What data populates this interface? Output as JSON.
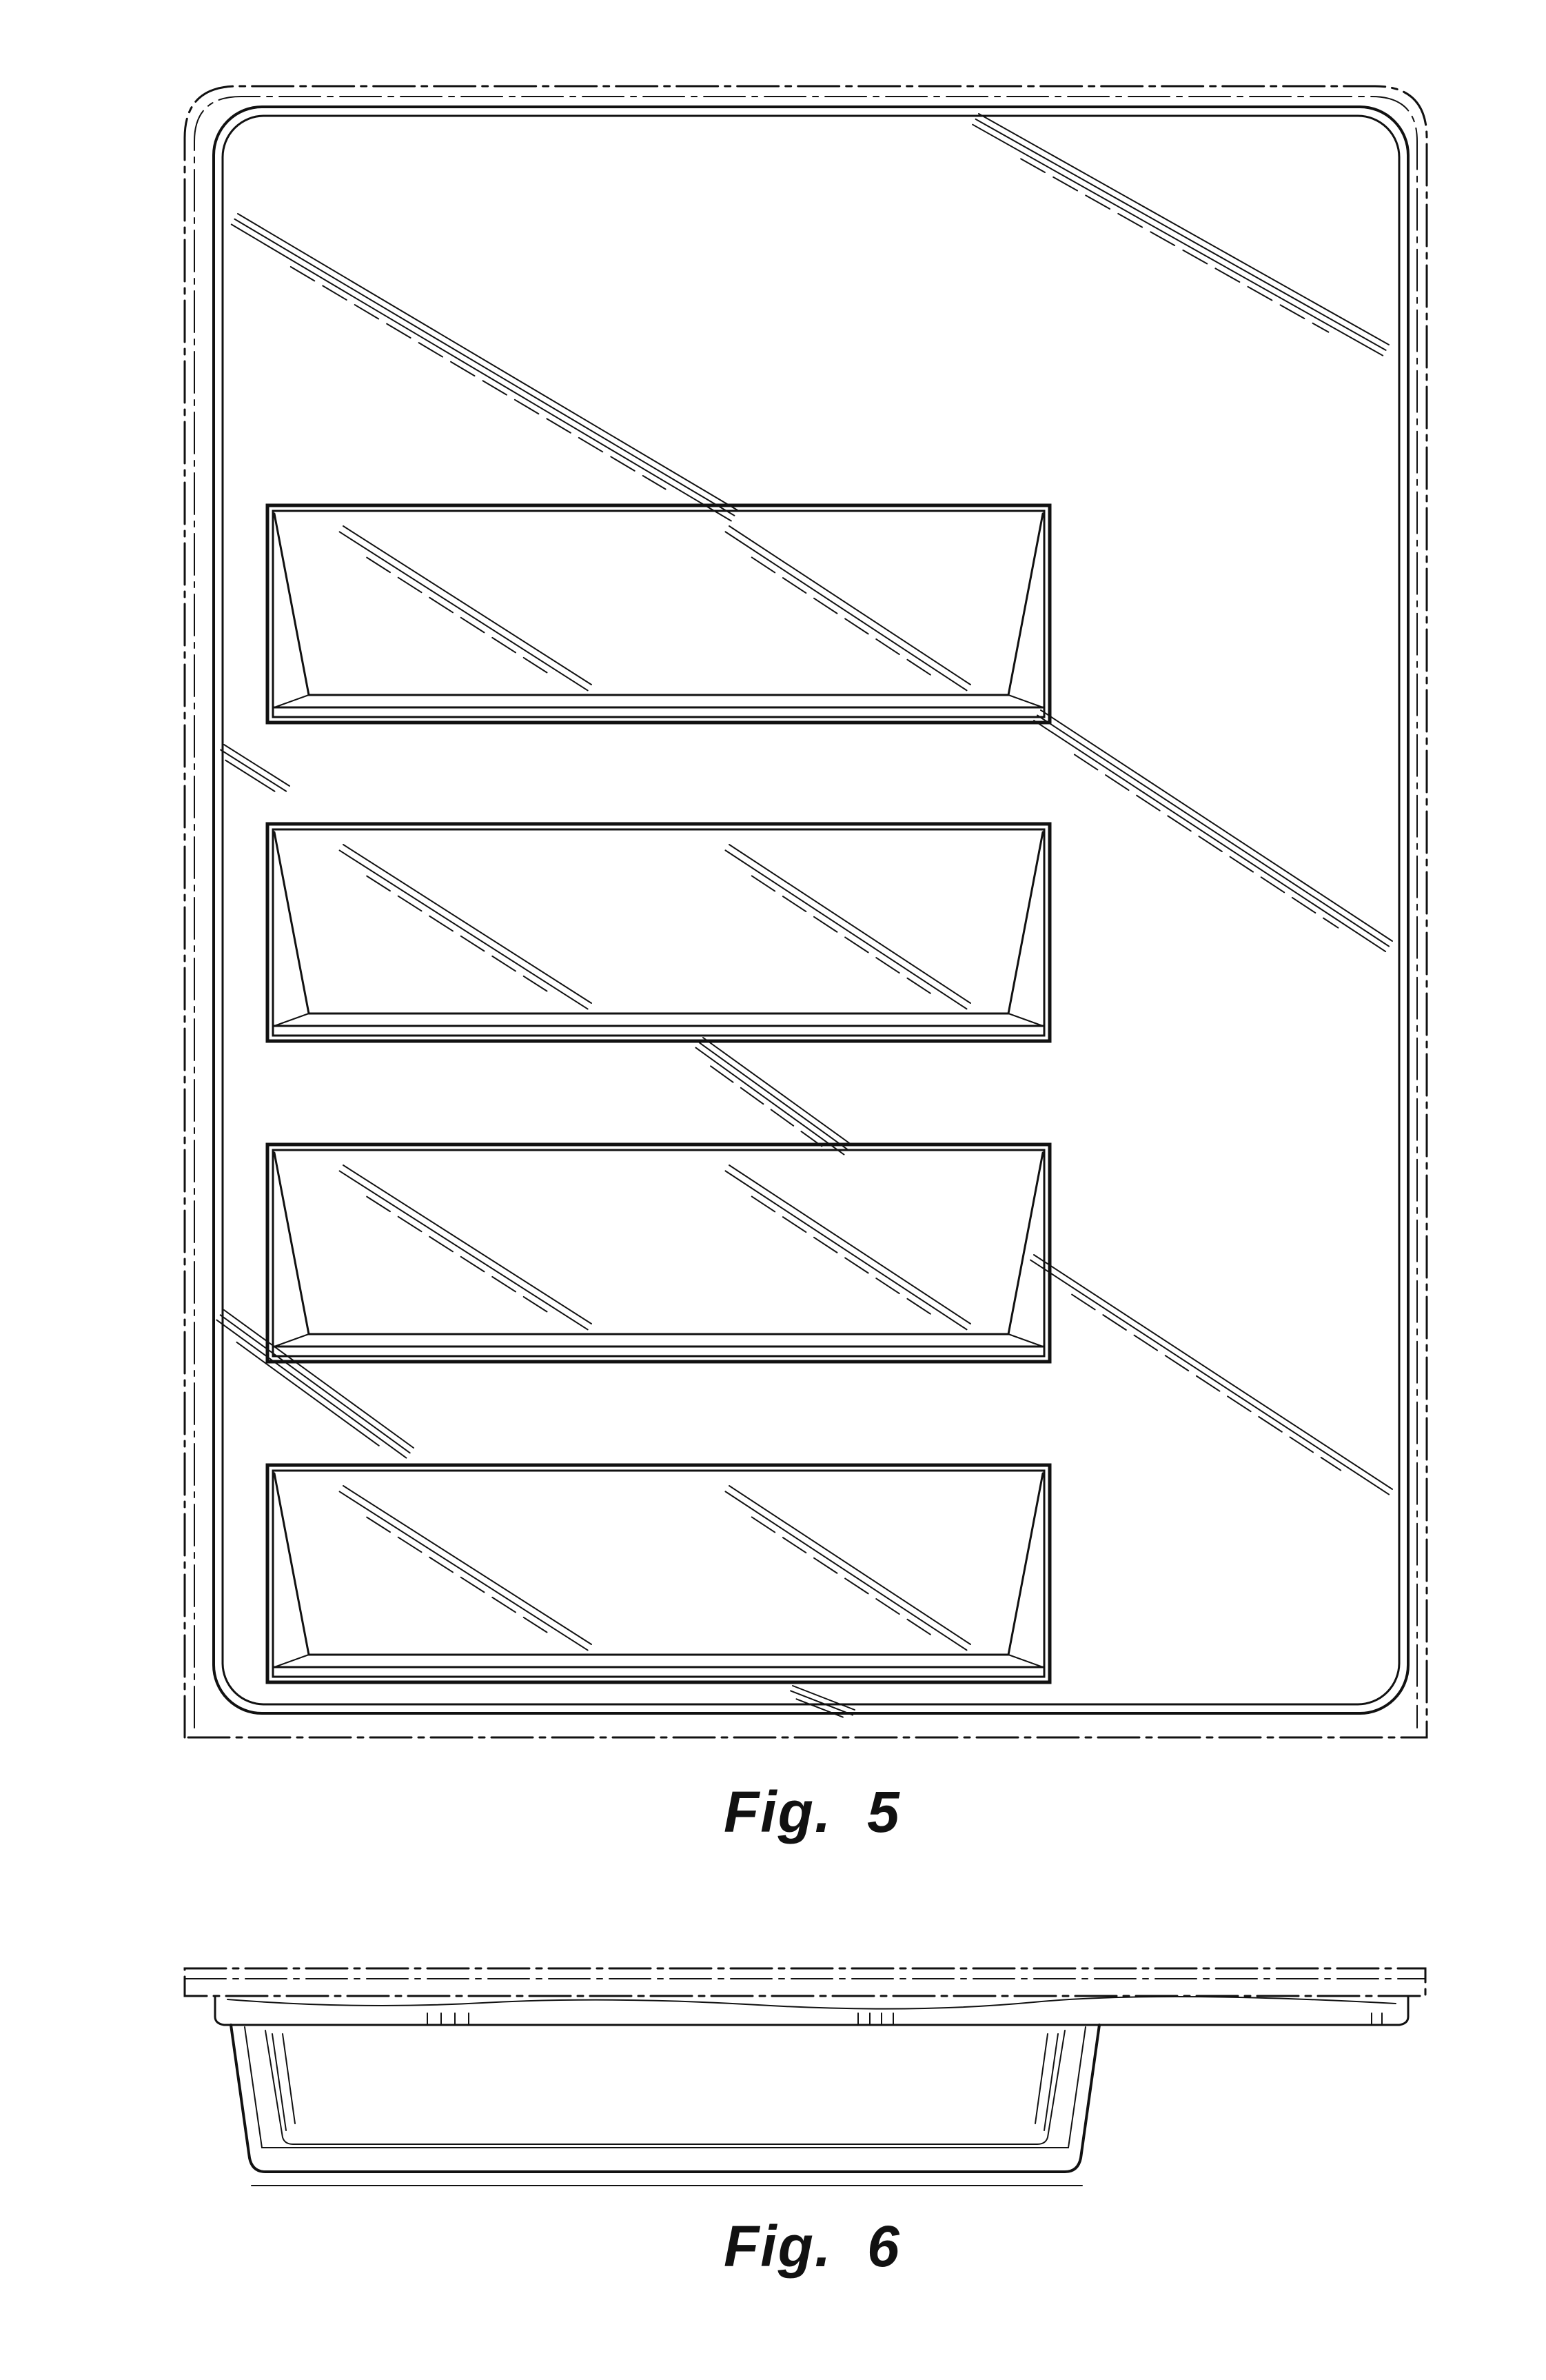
{
  "figures": [
    {
      "id": "fig5",
      "caption": "Fig.  5",
      "view": "top"
    },
    {
      "id": "fig6",
      "caption": "Fig.  6",
      "view": "side"
    }
  ],
  "fig5": {
    "compartments": 4
  },
  "colors": {
    "ink": "#111111",
    "paper": "#ffffff"
  }
}
